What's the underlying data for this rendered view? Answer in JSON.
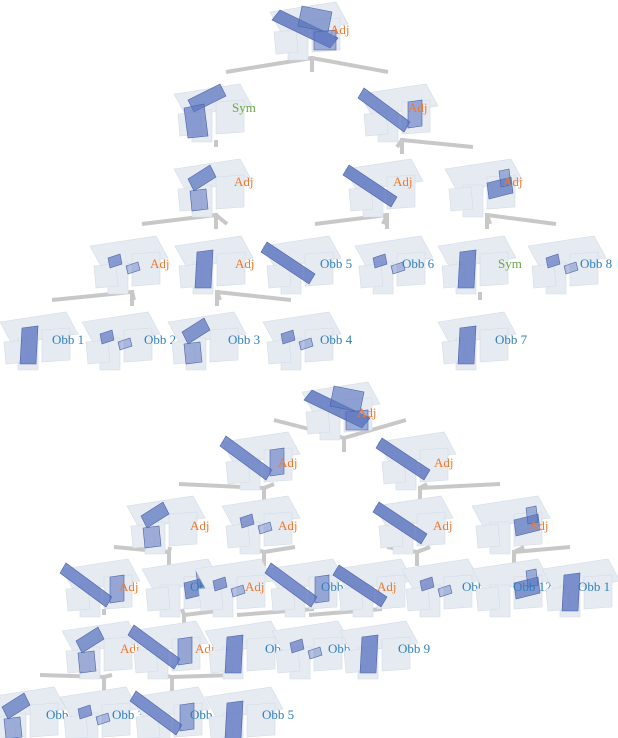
{
  "colors": {
    "adj": "#ee7a2e",
    "sym": "#6aa843",
    "obb": "#2f7fbd",
    "edge": "#c8c8c8",
    "box_fill": "#5f78c0",
    "ghost": "#e6ebf2"
  },
  "trees": [
    {
      "nodes": [
        {
          "label": "Adj",
          "kind": "adj"
        },
        {
          "label": "Sym",
          "kind": "sym"
        },
        {
          "label": "Adj",
          "kind": "adj"
        },
        {
          "label": "Adj",
          "kind": "adj"
        },
        {
          "label": "Adj",
          "kind": "adj"
        },
        {
          "label": "Adj",
          "kind": "adj"
        },
        {
          "label": "Adj",
          "kind": "adj"
        },
        {
          "label": "Adj",
          "kind": "adj"
        },
        {
          "label": "Obb 5",
          "kind": "obb"
        },
        {
          "label": "Obb 6",
          "kind": "obb"
        },
        {
          "label": "Sym",
          "kind": "sym"
        },
        {
          "label": "Obb 8",
          "kind": "obb"
        },
        {
          "label": "Obb 1",
          "kind": "obb"
        },
        {
          "label": "Obb 2",
          "kind": "obb"
        },
        {
          "label": "Obb 3",
          "kind": "obb"
        },
        {
          "label": "Obb 4",
          "kind": "obb"
        },
        {
          "label": "Obb 7",
          "kind": "obb"
        }
      ]
    },
    {
      "nodes": [
        {
          "label": "Adj",
          "kind": "adj"
        },
        {
          "label": "Adj",
          "kind": "adj"
        },
        {
          "label": "Adj",
          "kind": "adj"
        },
        {
          "label": "Adj",
          "kind": "adj"
        },
        {
          "label": "Adj",
          "kind": "adj"
        },
        {
          "label": "Adj",
          "kind": "adj"
        },
        {
          "label": "Adj",
          "kind": "adj"
        },
        {
          "label": "Adj",
          "kind": "adj"
        },
        {
          "label": "Obb 7",
          "kind": "obb"
        },
        {
          "label": "Adj",
          "kind": "adj"
        },
        {
          "label": "Obb 10",
          "kind": "obb"
        },
        {
          "label": "Adj",
          "kind": "adj"
        },
        {
          "label": "Obb 11",
          "kind": "obb"
        },
        {
          "label": "Obb 12",
          "kind": "obb"
        },
        {
          "label": "Obb 1",
          "kind": "obb"
        },
        {
          "label": "Adj",
          "kind": "adj"
        },
        {
          "label": "Adj",
          "kind": "adj"
        },
        {
          "label": "Obb 6",
          "kind": "obb"
        },
        {
          "label": "Obb 8",
          "kind": "obb"
        },
        {
          "label": "Obb 9",
          "kind": "obb"
        },
        {
          "label": "Obb 2",
          "kind": "obb"
        },
        {
          "label": "Obb 3",
          "kind": "obb"
        },
        {
          "label": "Obb 4",
          "kind": "obb"
        },
        {
          "label": "Obb 5",
          "kind": "obb"
        }
      ]
    }
  ]
}
